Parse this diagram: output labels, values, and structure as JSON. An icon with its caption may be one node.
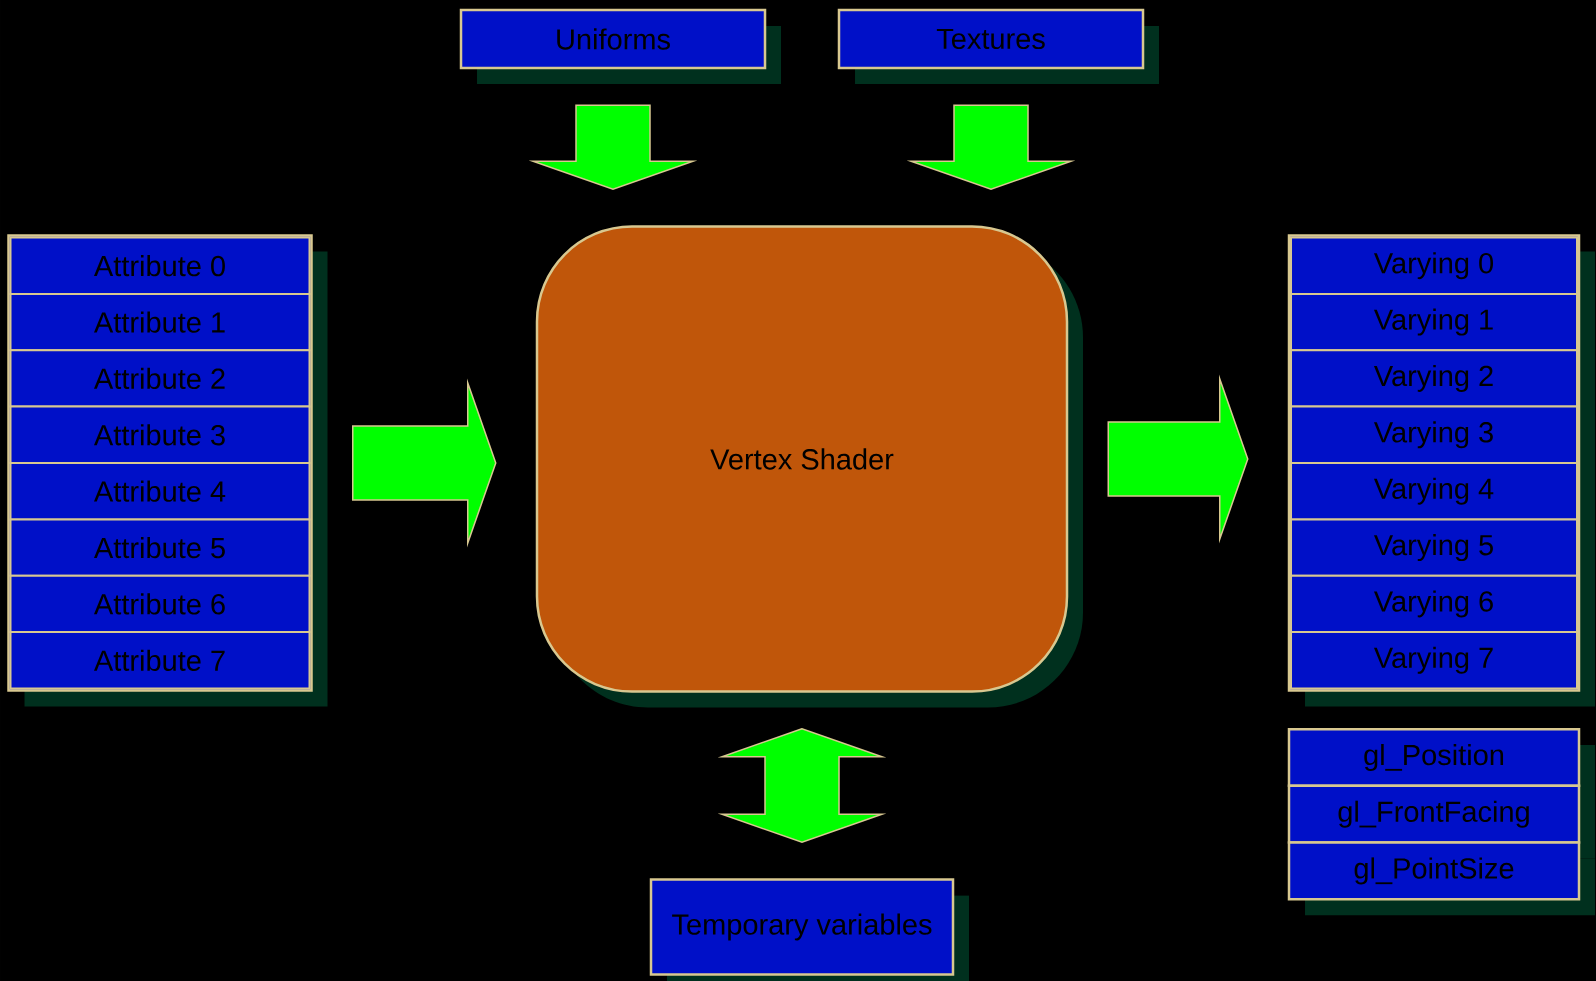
{
  "diagram": {
    "nodes": [
      {
        "text": [
          "Uniforms"
        ]
      },
      {
        "text": [
          "Textures"
        ]
      },
      {
        "text": [],
        "shape": "box"
      },
      {
        "text": [
          "Attribute 0"
        ],
        "in": 2
      },
      {
        "text": [
          "Attribute 1"
        ],
        "in": 2
      },
      {
        "text": [
          "Attribute 2"
        ],
        "in": 2
      },
      {
        "text": [
          "Attribute 3"
        ],
        "in": 2
      },
      {
        "text": [
          "Attribute 4"
        ],
        "in": 2
      },
      {
        "text": [
          "Attribute 5"
        ],
        "in": 2
      },
      {
        "text": [
          "Attribute 6"
        ],
        "in": 2
      },
      {
        "text": [
          "Attribute 7"
        ],
        "in": 2
      },
      {
        "text": [
          "Vertex Shader"
        ]
      },
      {
        "text": [],
        "shape": "box"
      },
      {
        "text": [
          "Varying 0"
        ],
        "in": 12
      },
      {
        "text": [
          "Varying 1"
        ],
        "in": 12
      },
      {
        "text": [
          "Varying 2"
        ],
        "in": 12
      },
      {
        "text": [
          "Varying 3"
        ],
        "in": 12
      },
      {
        "text": [
          "Varying 4"
        ],
        "in": 12
      },
      {
        "text": [
          "Varying 5"
        ],
        "in": 12
      },
      {
        "text": [
          "Varying 6"
        ],
        "in": 12
      },
      {
        "text": [
          "Varying 7"
        ],
        "in": 12
      },
      {
        "text": [
          "gl_Position"
        ]
      },
      {
        "text": [
          "gl_FrontFacing"
        ]
      },
      {
        "text": [
          "gl_PointSize"
        ]
      },
      {
        "text": [
          "Temporary variables"
        ]
      }
    ],
    "edges": [
      {
        "from": 0,
        "to": 11,
        "arrow": "to"
      },
      {
        "from": 1,
        "to": 11,
        "arrow": "to"
      },
      {
        "from": 2,
        "to": 11,
        "arrow": "to"
      },
      {
        "from": 11,
        "to": 12,
        "arrow": "to"
      },
      {
        "from": 11,
        "to": 24,
        "arrow": "both"
      }
    ]
  }
}
